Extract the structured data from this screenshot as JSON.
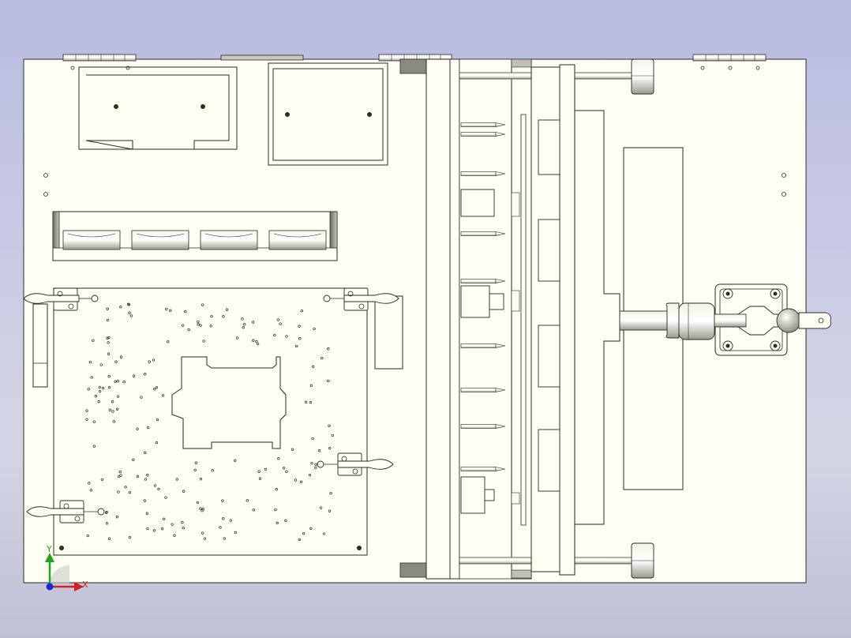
{
  "view": {
    "kind": "CAD top view of fixture assembly",
    "background_top": "#b9bbe0",
    "background_bottom": "#d4d5e4",
    "part_fill": "#fefef2",
    "line_color": "#2b2b2b"
  },
  "triad": {
    "x_label": "X",
    "y_label": "Y",
    "x_color": "#d42020",
    "y_color": "#18a818",
    "z_color": "#1a2ad0"
  }
}
